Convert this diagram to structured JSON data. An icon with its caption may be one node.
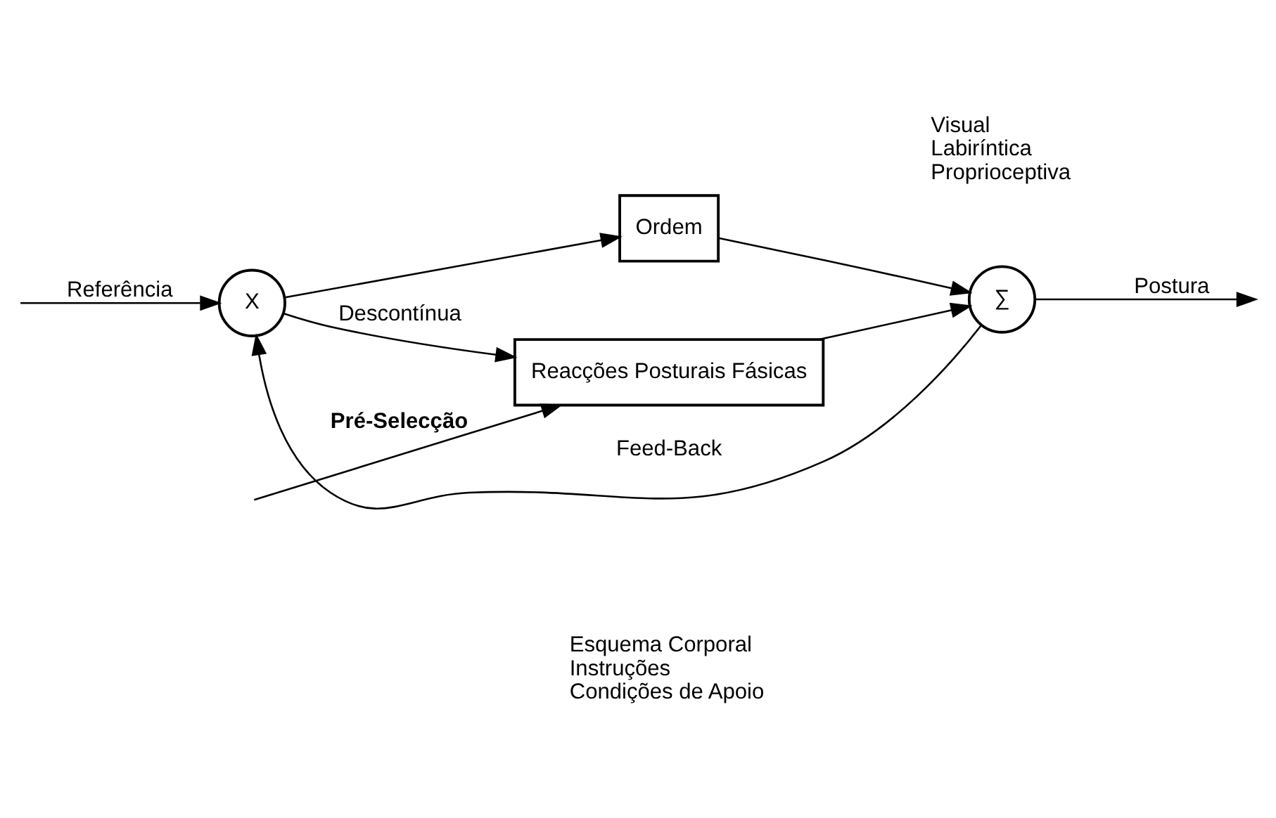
{
  "diagram": {
    "nodes": [
      {
        "text": [
          "Reacções Posturais Fásicas"
        ]
      },
      {
        "text": [
          "X"
        ]
      },
      {
        "text": [
          "Ordem"
        ]
      },
      {
        "text": [
          "∑"
        ]
      }
    ],
    "edges": [
      {
        "from": null,
        "to": 0,
        "arrow": "to",
        "label": "Pré-Selecção"
      },
      {
        "from": null,
        "to": 1,
        "arrow": "to",
        "label": "Referência"
      },
      {
        "from": 1,
        "to": 0,
        "arrow": "to",
        "label": "Descontínua"
      },
      {
        "from": 1,
        "to": 2,
        "arrow": "to"
      },
      {
        "from": 0,
        "to": 3,
        "arrow": "to"
      },
      {
        "from": 2,
        "to": 3,
        "arrow": "to"
      },
      {
        "from": 3,
        "to": null,
        "arrow": "to",
        "label": "Postura"
      },
      {
        "from": 3,
        "to": 1,
        "arrow": "to",
        "label": "Feed-Back"
      }
    ],
    "labels": [
      "Esquema Corporal",
      "Instruções",
      "Condições de Apoio",
      "Visual",
      "Labiríntica",
      "Proprioceptiva"
    ]
  }
}
